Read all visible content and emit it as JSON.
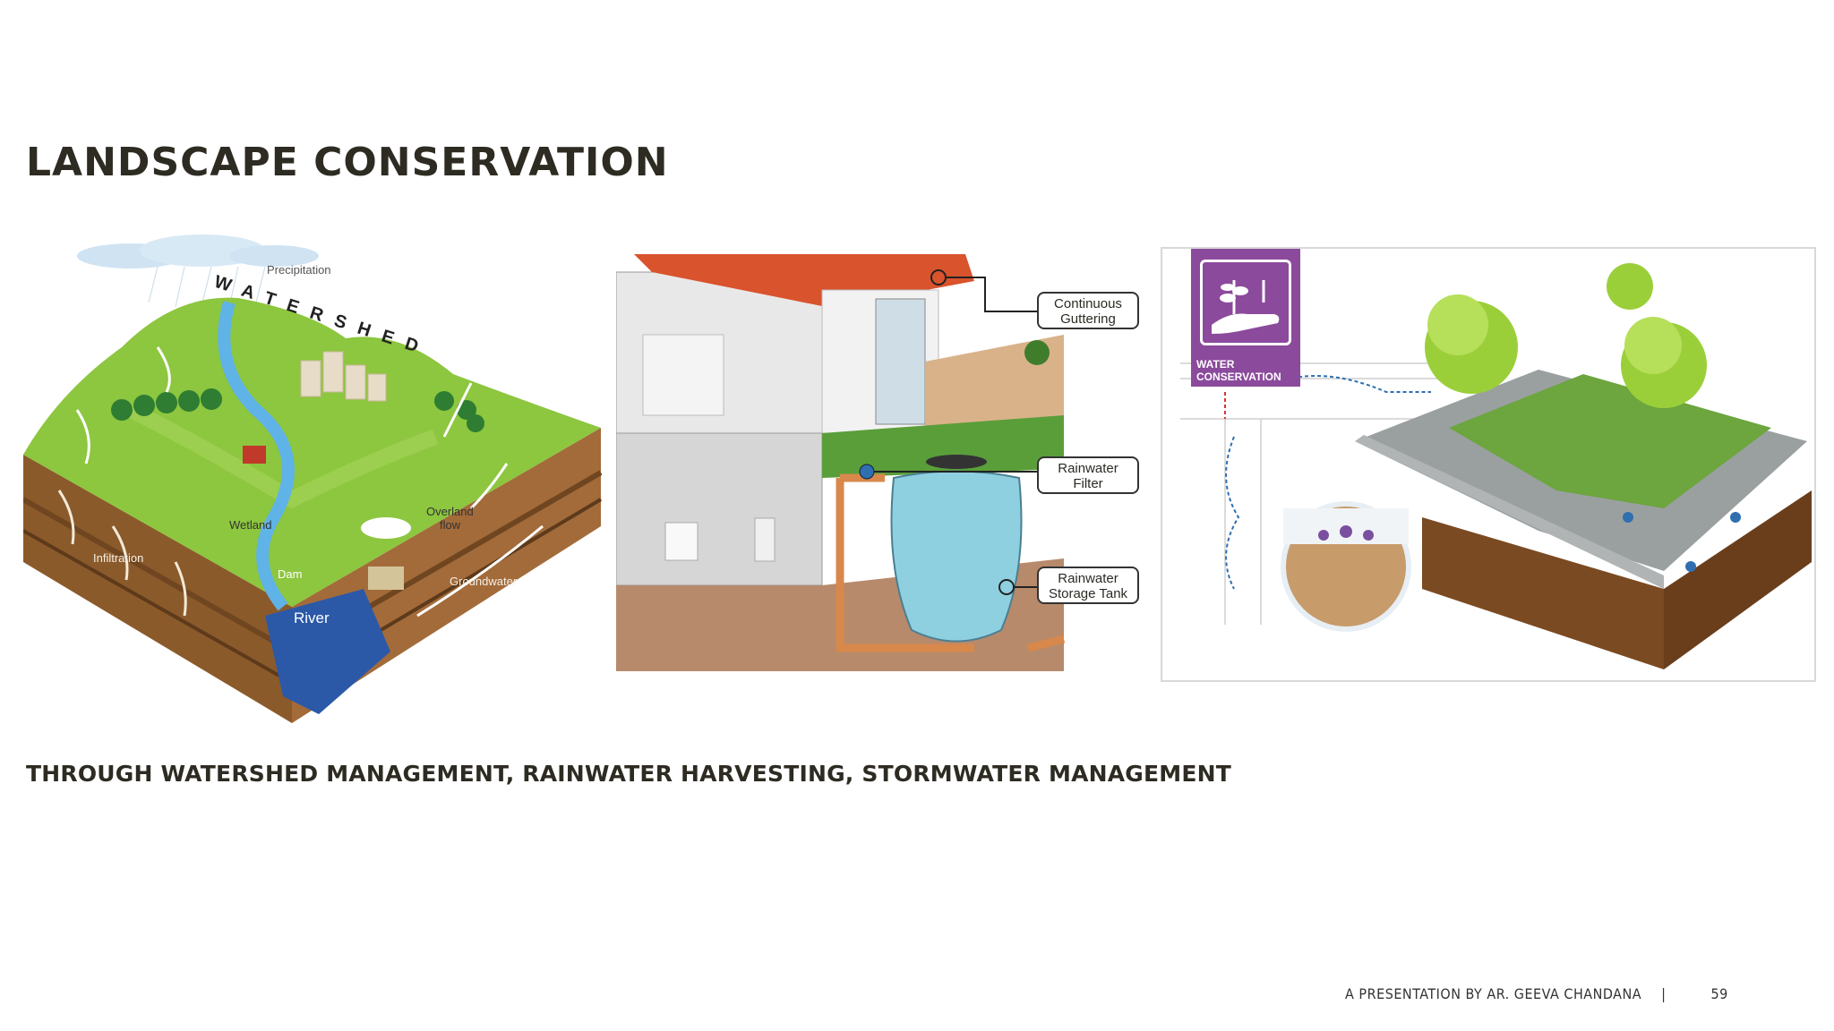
{
  "slide": {
    "title": "LANDSCAPE CONSERVATION",
    "subtitle": "THROUGH WATERSHED MANAGEMENT, RAINWATER HARVESTING, STORMWATER MANAGEMENT",
    "footer_text": "A PRESENTATION BY AR. GEEVA CHANDANA",
    "footer_separator": "|",
    "page_number": "59"
  },
  "watershed": {
    "arc_label": "WATERSHED",
    "precipitation": "Precipitation",
    "wetland": "Wetland",
    "overland_1": "Overland",
    "overland_2": "flow",
    "infiltration": "Infiltration",
    "dam": "Dam",
    "groundwater": "Groundwater",
    "river": "River"
  },
  "rainwater": {
    "gutter_1": "Continuous",
    "gutter_2": "Guttering",
    "filter_1": "Rainwater",
    "filter_2": "Filter",
    "tank_1": "Rainwater",
    "tank_2": "Storage Tank"
  },
  "stormwater": {
    "badge_1": "WATER",
    "badge_2": "CONSERVATION"
  },
  "colors": {
    "text_dark": "#2d2b22",
    "badge_purple": "#8b4a9c",
    "grass": "#8dc63f",
    "water": "#4aa3df",
    "soil": "#8b5a2b",
    "roof": "#d9532c"
  }
}
